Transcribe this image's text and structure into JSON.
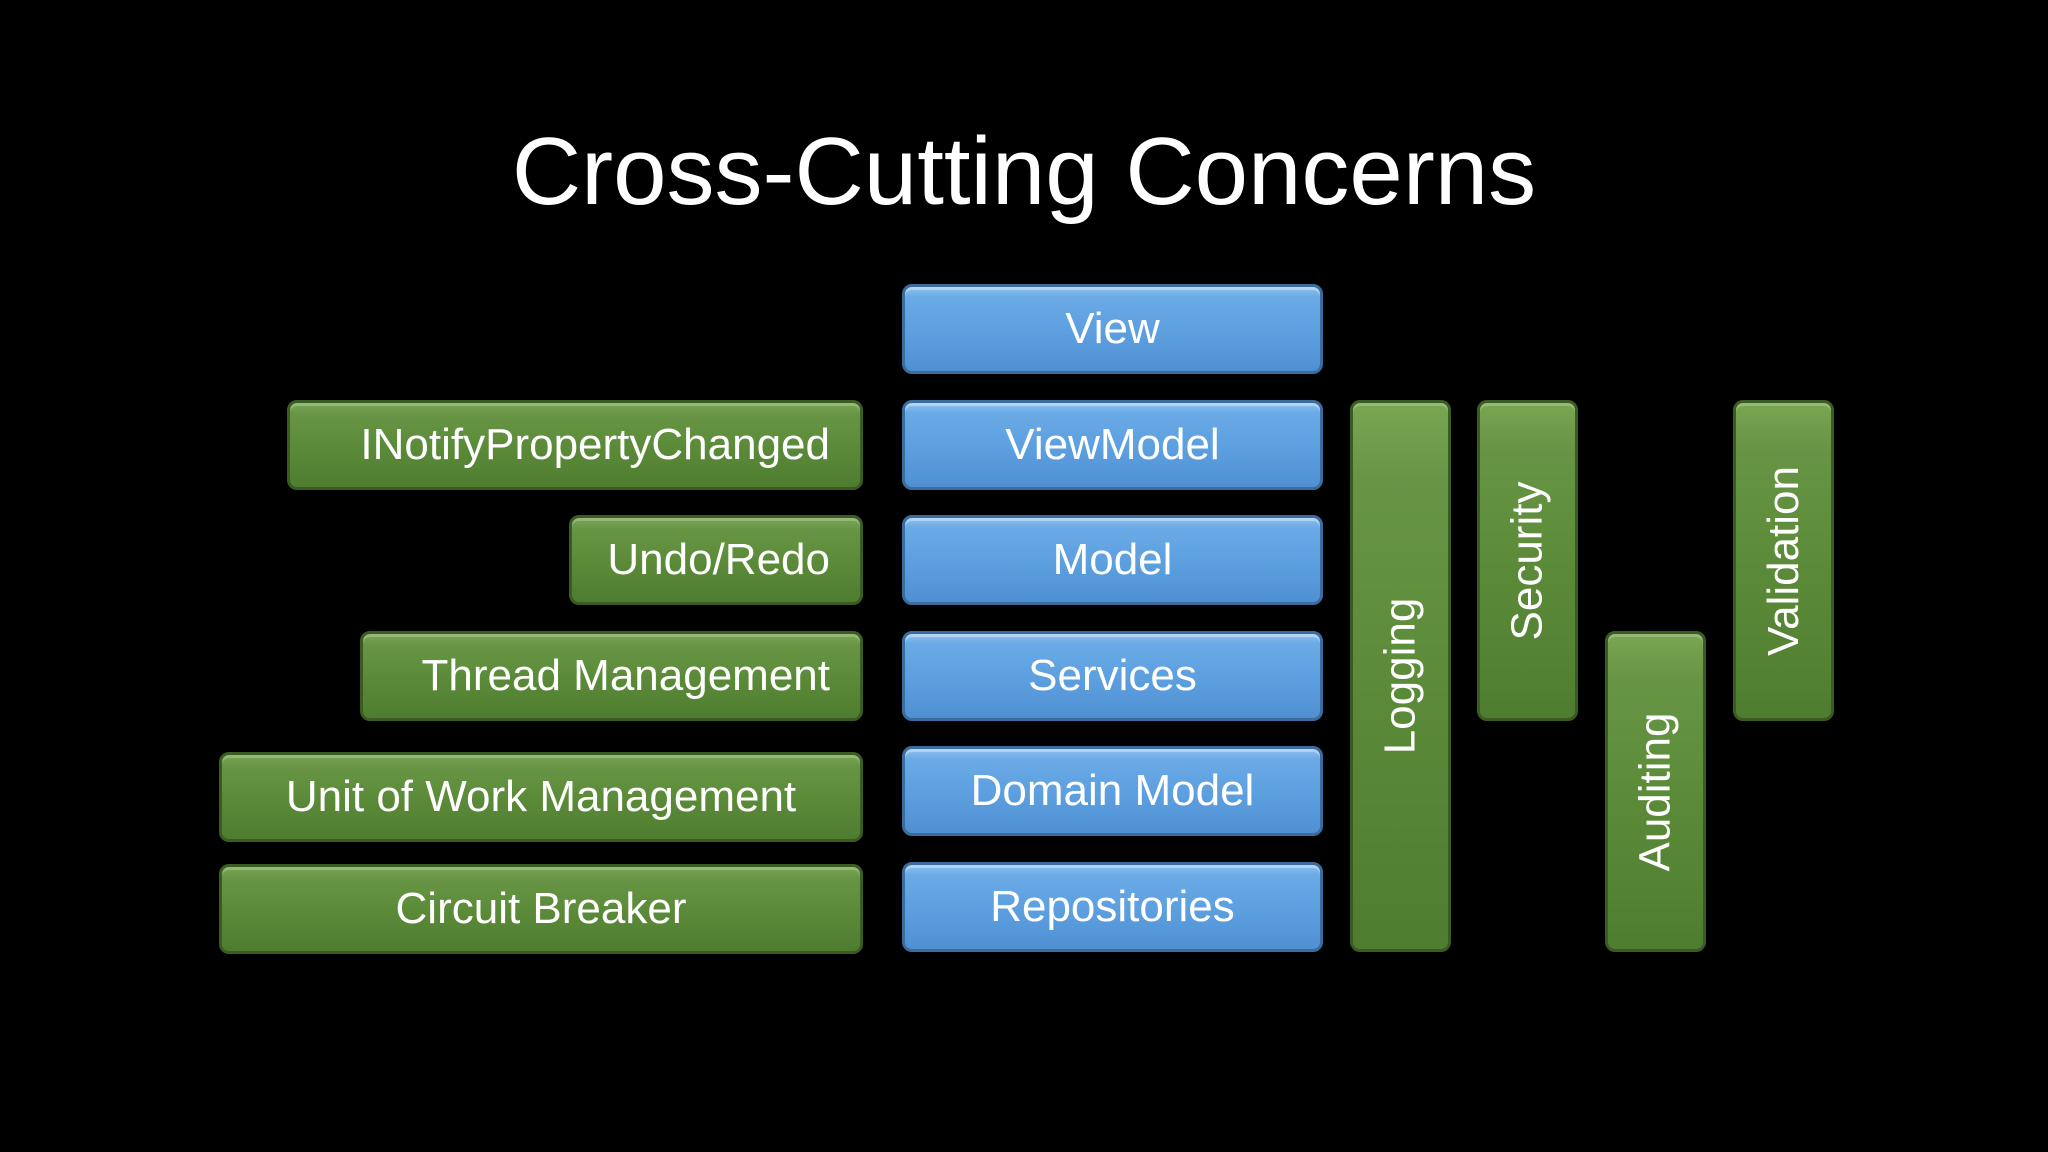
{
  "title": "Cross-Cutting Concerns",
  "layers": [
    "View",
    "ViewModel",
    "Model",
    "Services",
    "Domain Model",
    "Repositories"
  ],
  "concerns_left": [
    "INotifyPropertyChanged",
    "Undo/Redo",
    "Thread Management",
    "Unit of Work Management",
    "Circuit Breaker"
  ],
  "concerns_vertical": [
    "Logging",
    "Security",
    "Auditing",
    "Validation"
  ],
  "colors": {
    "background": "#000000",
    "layer_fill": "#5c9fdf",
    "concern_fill": "#5a8a38",
    "text": "#ffffff"
  }
}
